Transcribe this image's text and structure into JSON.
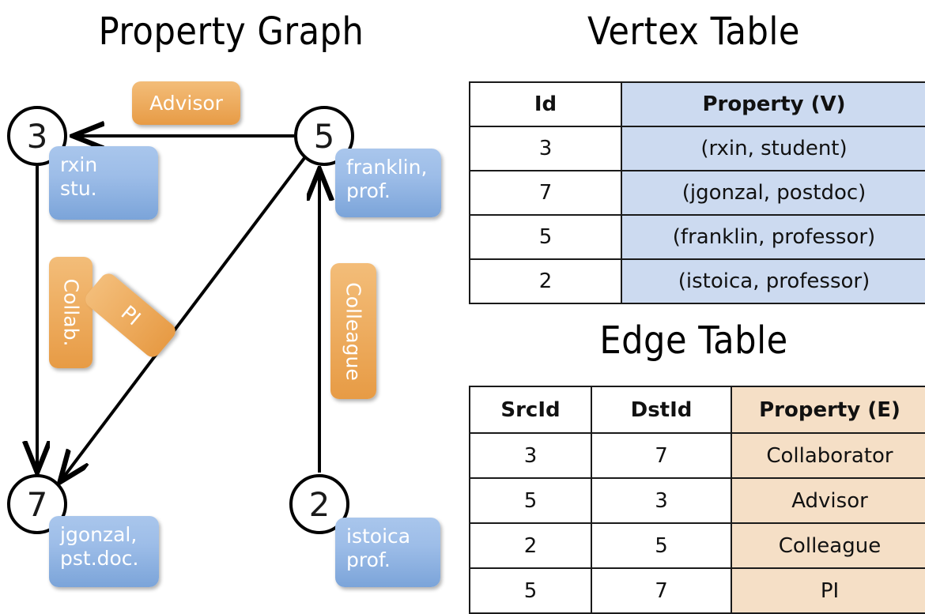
{
  "titles": {
    "graph": "Property Graph",
    "vertex": "Vertex Table",
    "edge": "Edge Table"
  },
  "colors": {
    "vertex_property_bg": "#ccdaf0",
    "edge_property_bg": "#f5dfc6",
    "node_box_blue": "#7ba4d9",
    "edge_label_orange": "#eeae62",
    "stroke": "#000000"
  },
  "graph": {
    "nodes": [
      {
        "id": "3",
        "property_line1": "rxin",
        "property_line2": "stu."
      },
      {
        "id": "5",
        "property_line1": "franklin,",
        "property_line2": "prof."
      },
      {
        "id": "7",
        "property_line1": "jgonzal,",
        "property_line2": "pst.doc."
      },
      {
        "id": "2",
        "property_line1": "istoica",
        "property_line2": "prof."
      }
    ],
    "edge_labels": [
      {
        "text": "Advisor",
        "orientation": "horizontal"
      },
      {
        "text": "Collab.",
        "orientation": "vertical"
      },
      {
        "text": "PI",
        "orientation": "diagonal"
      },
      {
        "text": "Colleague",
        "orientation": "vertical"
      }
    ],
    "edges": [
      {
        "src": "5",
        "dst": "3",
        "label": "Advisor"
      },
      {
        "src": "3",
        "dst": "7",
        "label": "Collab."
      },
      {
        "src": "5",
        "dst": "7",
        "label": "PI"
      },
      {
        "src": "2",
        "dst": "5",
        "label": "Colleague"
      }
    ]
  },
  "vertex_table": {
    "headers": [
      "Id",
      "Property (V)"
    ],
    "rows": [
      {
        "id": "3",
        "property": "(rxin, student)"
      },
      {
        "id": "7",
        "property": "(jgonzal, postdoc)"
      },
      {
        "id": "5",
        "property": "(franklin, professor)"
      },
      {
        "id": "2",
        "property": "(istoica, professor)"
      }
    ]
  },
  "edge_table": {
    "headers": [
      "SrcId",
      "DstId",
      "Property (E)"
    ],
    "rows": [
      {
        "src": "3",
        "dst": "7",
        "property": "Collaborator"
      },
      {
        "src": "5",
        "dst": "3",
        "property": "Advisor"
      },
      {
        "src": "2",
        "dst": "5",
        "property": "Colleague"
      },
      {
        "src": "5",
        "dst": "7",
        "property": "PI"
      }
    ]
  }
}
